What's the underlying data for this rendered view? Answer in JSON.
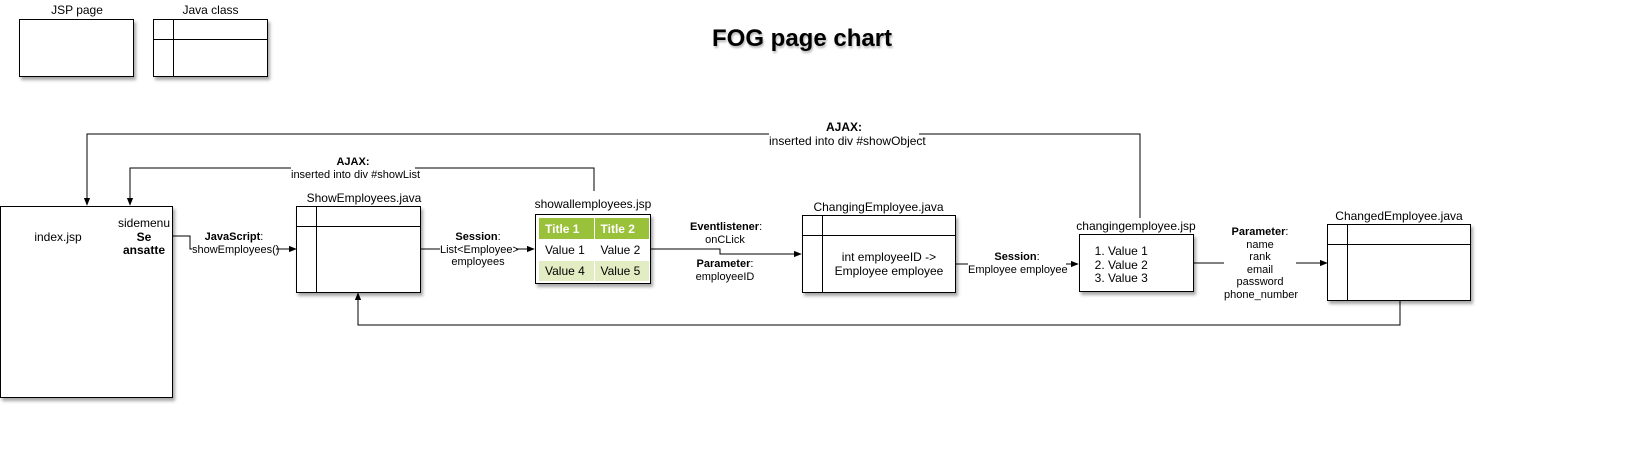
{
  "diagram_title": "FOG page chart",
  "legend": {
    "jsp_label": "JSP page",
    "class_label": "Java class"
  },
  "nodes": {
    "index": {
      "label": "index.jsp",
      "menu_title": "sidemenu",
      "menu_item_line1": "Se",
      "menu_item_line2": "ansatte"
    },
    "show_employees_java": {
      "label": "ShowEmployees.java"
    },
    "showallemployees_jsp": {
      "label": "showallemployees.jsp",
      "headers": [
        "Title 1",
        "Title 2"
      ],
      "rows": [
        [
          "Value 1",
          "Value 2"
        ],
        [
          "Value 4",
          "Value 5"
        ]
      ],
      "header_color": "#9ac13a",
      "alt_row_color": "#e2edc4"
    },
    "changing_employee_java": {
      "label": "ChangingEmployee.java",
      "body_line1": "int employeeID ->",
      "body_line2": "Employee employee"
    },
    "changingemployee_jsp": {
      "label": "changingemployee.jsp",
      "items": [
        "Value 1",
        "Value 2",
        "Value 3"
      ]
    },
    "changed_employee_java": {
      "label": "ChangedEmployee.java"
    }
  },
  "edges": {
    "ajax_show_object": {
      "title": "AJAX:",
      "text": "inserted into div #showObject"
    },
    "ajax_show_list": {
      "title": "AJAX:",
      "text": "inserted into div #showList"
    },
    "javascript": {
      "title": "JavaScript",
      "suffix": ":",
      "text": "showEmployees()"
    },
    "session_list": {
      "title": "Session",
      "suffix": ":",
      "line1": "List<Employee>",
      "line2": "employees"
    },
    "eventlistener": {
      "title": "Eventlistener",
      "suffix": ":",
      "line1": "onCLick",
      "param_title": "Parameter",
      "param_suffix": ":",
      "param_value": "employeeID"
    },
    "session_employee": {
      "title": "Session",
      "suffix": ":",
      "text": "Employee employee"
    },
    "parameters": {
      "title": "Parameter",
      "suffix": ":",
      "items": [
        "name",
        "rank",
        "email",
        "password",
        "phone_number"
      ]
    }
  }
}
